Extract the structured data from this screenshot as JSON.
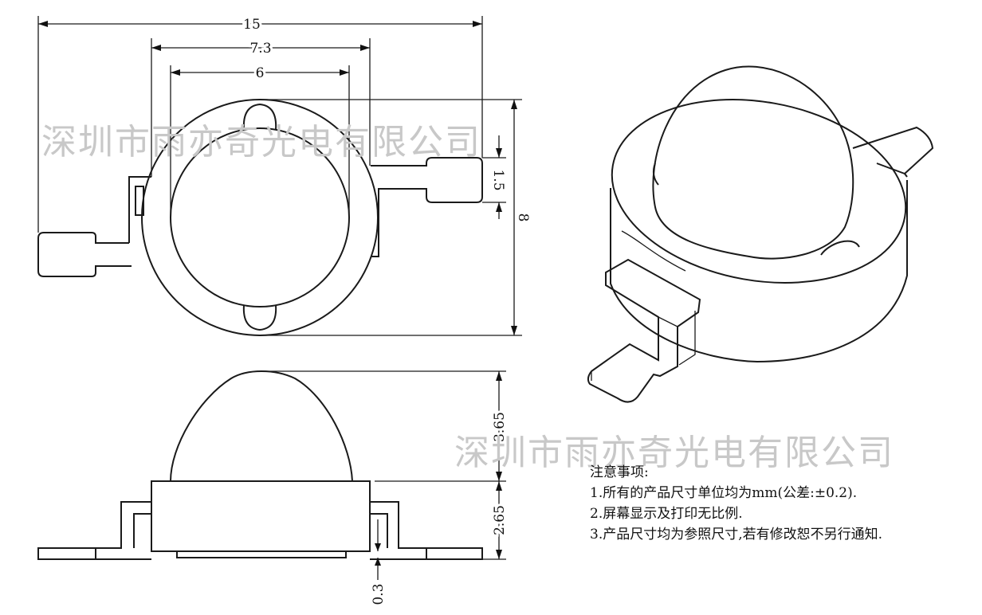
{
  "watermark": "深圳市雨亦奇光电有限公司",
  "dimensions": {
    "overall_width": "15",
    "body_width": "7.3",
    "lens_width": "6",
    "lead_width": "1.5",
    "body_height": "8",
    "lens_height": "3.65",
    "body_thickness": "2.65",
    "standoff": "0.3"
  },
  "notes": {
    "title": "注意事项:",
    "items": [
      "1.所有的产品尺寸单位均为mm(公差:±0.2).",
      "2.屏幕显示及打印无比例.",
      "3.产品尺寸均为参照尺寸,若有修改恕不另行通知."
    ]
  }
}
